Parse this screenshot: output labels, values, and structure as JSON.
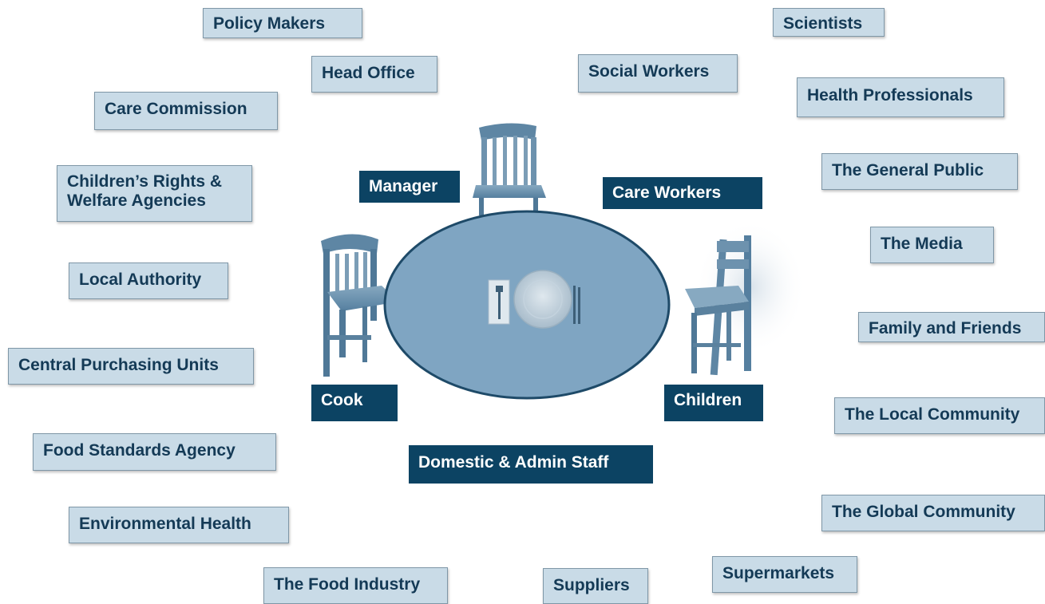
{
  "inner_circle": {
    "manager": "Manager",
    "care_workers": "Care Workers",
    "cook": "Cook",
    "children": "Children",
    "domestic_admin": "Domestic & Admin Staff"
  },
  "outer_stakeholders": {
    "policy_makers": "Policy Makers",
    "scientists": "Scientists",
    "head_office": "Head Office",
    "social_workers": "Social Workers",
    "care_commission": "Care Commission",
    "health_professionals": "Health Professionals",
    "childrens_rights_line1": "Children’s Rights &",
    "childrens_rights_line2": "Welfare Agencies",
    "general_public": "The General Public",
    "the_media": "The Media",
    "local_authority": "Local Authority",
    "family_friends": "Family and Friends",
    "central_purchasing": "Central Purchasing Units",
    "local_community": "The Local Community",
    "food_standards": "Food Standards Agency",
    "global_community": "The Global Community",
    "environmental_health": "Environmental Health",
    "food_industry": "The Food Industry",
    "suppliers": "Suppliers",
    "supermarkets": "Supermarkets"
  },
  "colors": {
    "outer_fill": "#c9dbe7",
    "outer_text": "#143a56",
    "inner_fill": "#0c4363",
    "table": "#7fa5c2",
    "chair": "#557f9f"
  }
}
